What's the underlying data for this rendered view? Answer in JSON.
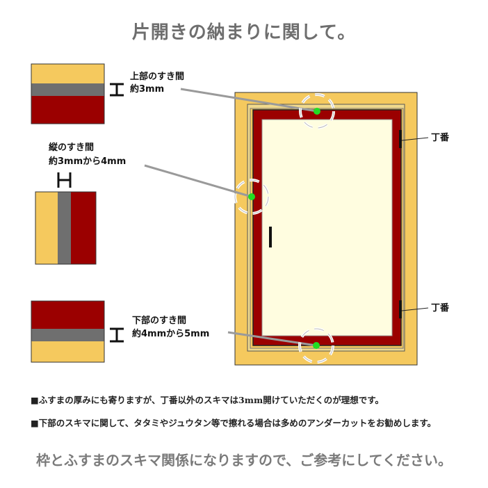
{
  "title": "片開きの納まりに関して。",
  "labels": {
    "top_gap_title": "上部のすき間",
    "top_gap_value": "約3mm",
    "side_gap_title": "縦のすき間",
    "side_gap_value": "約3mmから4mm",
    "bottom_gap_title": "下部のすき間",
    "bottom_gap_value": "約4mmから5mm",
    "hinge_top": "丁番",
    "hinge_bottom": "丁番",
    "side_marker": "H",
    "top_marker": "I",
    "bottom_marker": "I"
  },
  "notes": [
    "■ふすまの厚みにも寄りますが、丁番以外のスキマは3mm開けていただくのが理想です。",
    "■下部のスキマに関して、タタミやジュウタン等で擦れる場合は多めのアンダーカットをお勧めします。"
  ],
  "footer": "枠とふすまのスキマ関係になりますので、ご参考にしてください。",
  "colors": {
    "frame": "#f5c95e",
    "sash": "#9b0000",
    "gap": "#6f6f6f",
    "panel": "#fffde0",
    "marker": "#22dd22"
  }
}
